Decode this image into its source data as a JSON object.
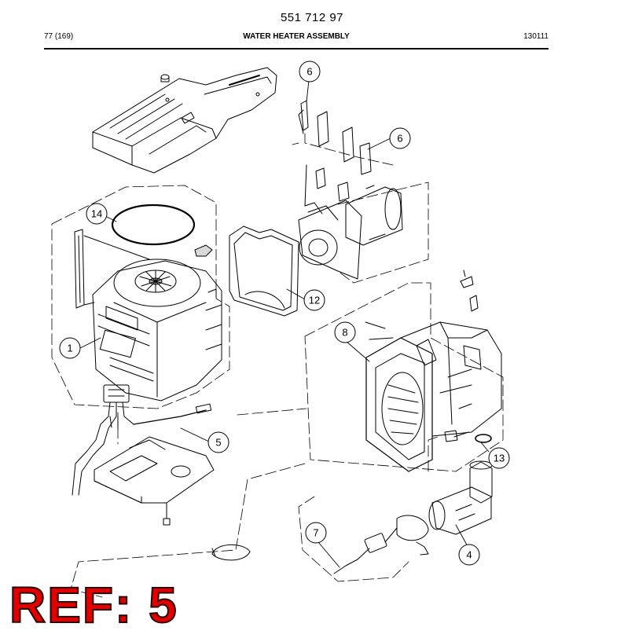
{
  "header": {
    "part_number": "551 712 97",
    "page": "77 (169)",
    "title": "WATER HEATER ASSEMBLY",
    "date_code": "130111"
  },
  "callouts": [
    {
      "id": "callout-1",
      "label": "1"
    },
    {
      "id": "callout-4",
      "label": "4"
    },
    {
      "id": "callout-5",
      "label": "5"
    },
    {
      "id": "callout-6a",
      "label": "6"
    },
    {
      "id": "callout-6b",
      "label": "6"
    },
    {
      "id": "callout-7",
      "label": "7"
    },
    {
      "id": "callout-8",
      "label": "8"
    },
    {
      "id": "callout-12",
      "label": "12"
    },
    {
      "id": "callout-13",
      "label": "13"
    },
    {
      "id": "callout-14",
      "label": "14"
    }
  ],
  "ref_stamp": "REF: 5",
  "colors": {
    "line": "#000000",
    "stamp": "#e00000"
  }
}
